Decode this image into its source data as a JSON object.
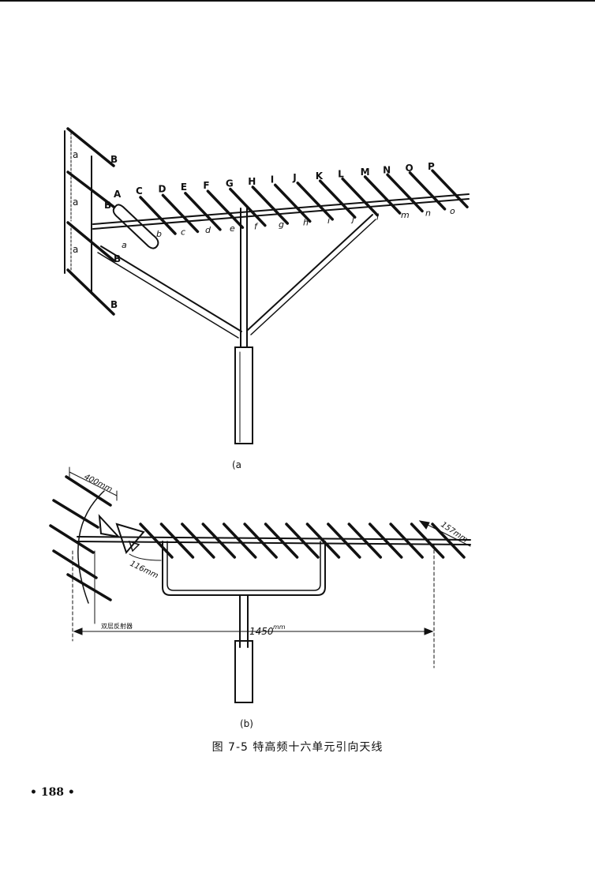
{
  "figure_a": {
    "director_labels": [
      "C",
      "D",
      "E",
      "F",
      "G",
      "H",
      "I",
      "J",
      "K",
      "L",
      "M",
      "N",
      "O",
      "P"
    ],
    "spacing_labels": [
      "b",
      "c",
      "d",
      "e",
      "f",
      "g",
      "h",
      "i",
      "j",
      "l",
      "m",
      "n",
      "o"
    ],
    "feed_label": "A",
    "gap_label": "a",
    "stack_spacing_label": "a",
    "reflector_label": "B",
    "sublabel": "(a"
  },
  "figure_b": {
    "dim_reflector_span": "400mm",
    "dim_feed_gap": "116mm",
    "dim_element": "157mm",
    "dim_total_length": "1450",
    "dim_total_unit": "mm",
    "reflector_note": "双层反射器",
    "sublabel": "(b)"
  },
  "caption": "图 7-5  特高频十六单元引向天线",
  "page_number": "• 188 •"
}
